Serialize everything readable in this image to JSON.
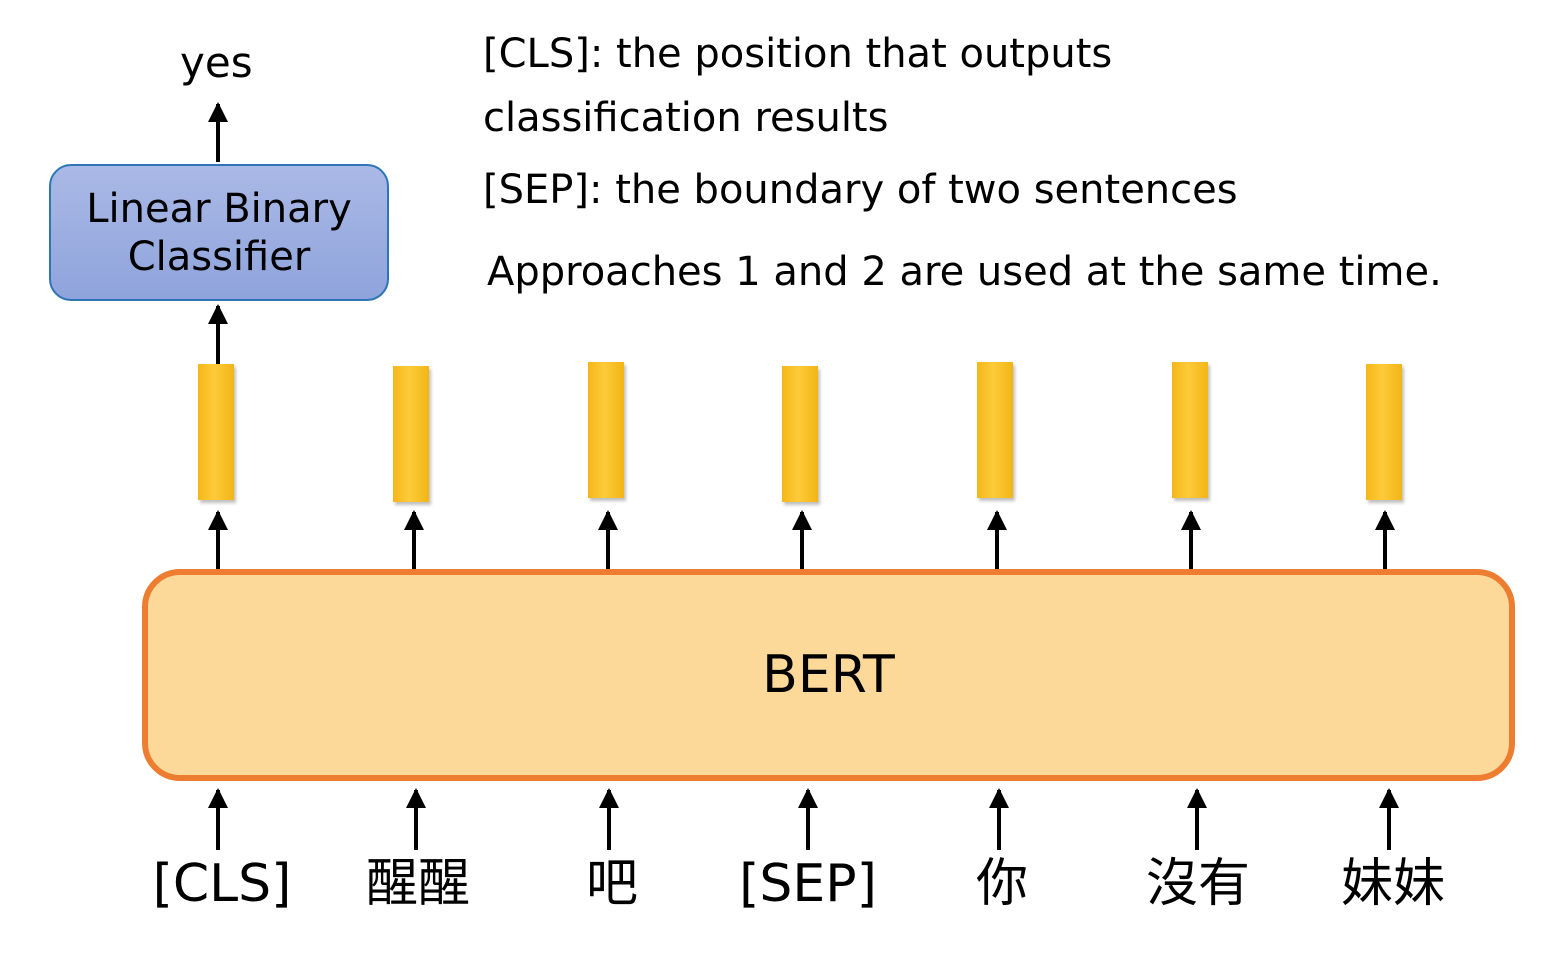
{
  "notes": {
    "cls_line1": "[CLS]: the position that outputs",
    "cls_line2": "classification results",
    "sep": "[SEP]: the boundary of two sentences",
    "approaches": "Approaches 1 and 2 are used at the same time."
  },
  "output": {
    "label": "yes"
  },
  "classifier": {
    "line1": "Linear Binary",
    "line2": "Classifier"
  },
  "model": {
    "label": "BERT"
  },
  "tokens": [
    "[CLS]",
    "醒醒",
    "吧",
    "[SEP]",
    "你",
    "沒有",
    "妹妹"
  ],
  "colors": {
    "classifier_fill": "#8fa4dc",
    "classifier_border": "#2e75b6",
    "bert_fill": "#fdd999",
    "bert_border": "#ed7d31",
    "vector_fill": "#fdcb3a"
  }
}
